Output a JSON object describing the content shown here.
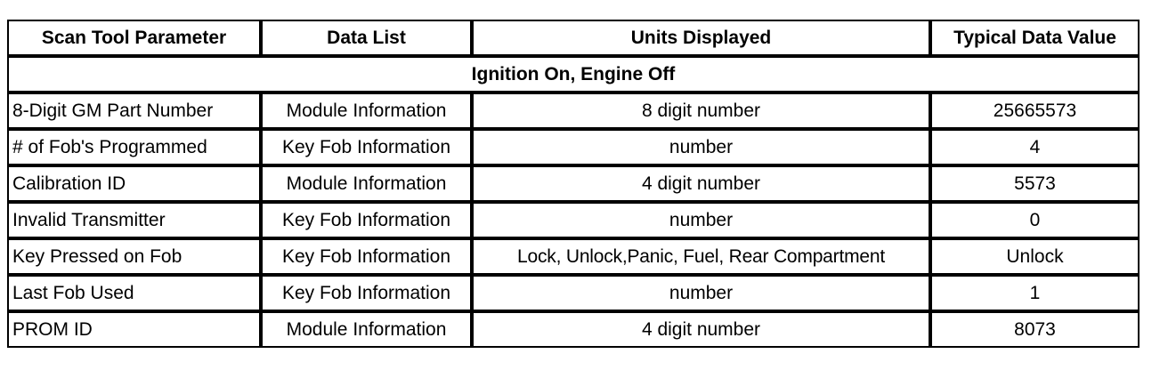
{
  "table": {
    "columns": [
      "Scan Tool Parameter",
      "Data List",
      "Units Displayed",
      "Typical Data Value"
    ],
    "section_title": "Ignition On, Engine Off",
    "rows": [
      {
        "parameter": "8-Digit GM Part Number",
        "data_list": "Module Information",
        "units": "8 digit number",
        "value": "25665573"
      },
      {
        "parameter": "# of Fob's Programmed",
        "data_list": "Key Fob Information",
        "units": "number",
        "value": "4"
      },
      {
        "parameter": "Calibration ID",
        "data_list": "Module Information",
        "units": "4 digit number",
        "value": "5573"
      },
      {
        "parameter": "Invalid Transmitter",
        "data_list": "Key Fob Information",
        "units": "number",
        "value": "0"
      },
      {
        "parameter": "Key Pressed on Fob",
        "data_list": "Key Fob Information",
        "units": "Lock, Unlock,Panic, Fuel, Rear Compartment",
        "value": "Unlock"
      },
      {
        "parameter": "Last Fob Used",
        "data_list": "Key Fob Information",
        "units": "number",
        "value": "1"
      },
      {
        "parameter": "PROM ID",
        "data_list": "Module Information",
        "units": "4 digit number",
        "value": "8073"
      }
    ]
  },
  "colors": {
    "border": "#000000",
    "background": "#ffffff",
    "text": "#000000"
  }
}
